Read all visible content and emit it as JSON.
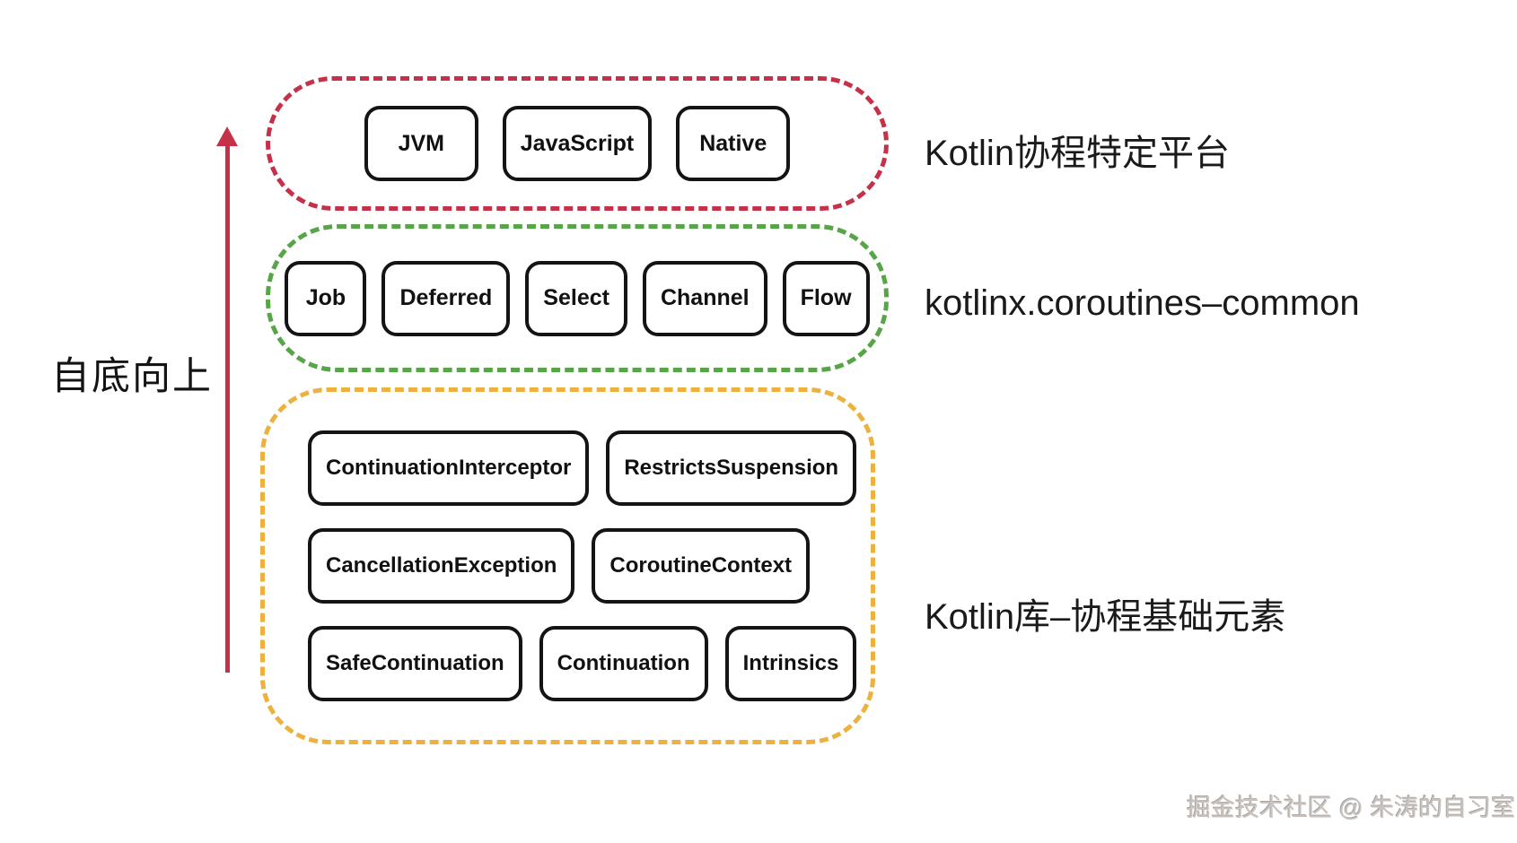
{
  "colors": {
    "platform_border": "#c6314a",
    "common_border": "#56a546",
    "base_border": "#ecb23d",
    "box_border": "#141414",
    "arrow": "#c6314a",
    "watermark_text": "#cac4c1"
  },
  "left": {
    "arrow_label": "自底向上"
  },
  "groups": [
    {
      "id": "platform",
      "label": "Kotlin协程特定平台",
      "rows": [
        [
          "JVM",
          "JavaScript",
          "Native"
        ]
      ]
    },
    {
      "id": "common",
      "label": "kotlinx.coroutines–common",
      "rows": [
        [
          "Job",
          "Deferred",
          "Select",
          "Channel",
          "Flow"
        ]
      ]
    },
    {
      "id": "base",
      "label": "Kotlin库–协程基础元素",
      "rows": [
        [
          "ContinuationInterceptor",
          "RestrictsSuspension"
        ],
        [
          "CancellationException",
          "CoroutineContext"
        ],
        [
          "SafeContinuation",
          "Continuation",
          "Intrinsics"
        ]
      ]
    }
  ],
  "watermark": "掘金技术社区 @ 朱涛的自习室"
}
